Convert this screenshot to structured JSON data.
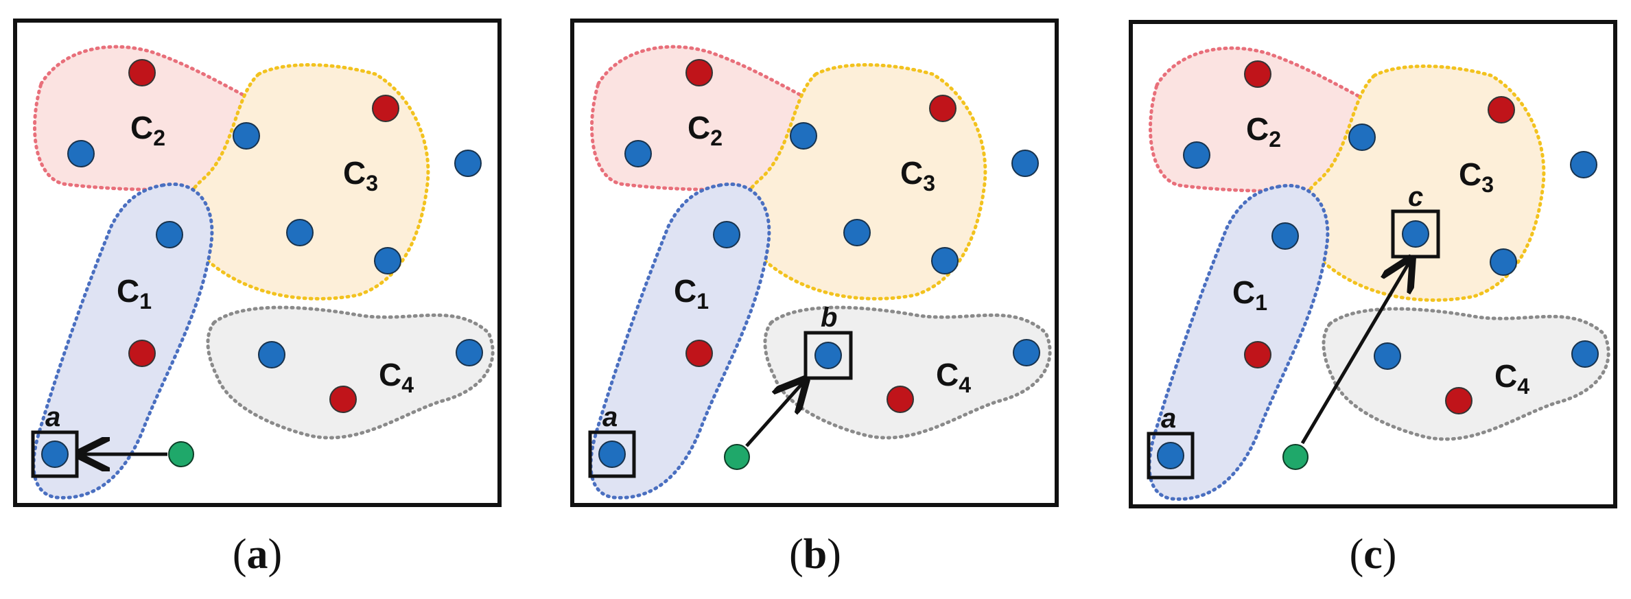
{
  "panels": [
    {
      "caption_open": "(",
      "caption_letter": "a",
      "caption_close": ")",
      "clusters": [
        {
          "base": "C",
          "sub": "1",
          "color": "blue"
        },
        {
          "base": "C",
          "sub": "2",
          "color": "red"
        },
        {
          "base": "C",
          "sub": "3",
          "color": "yellow"
        },
        {
          "base": "C",
          "sub": "4",
          "color": "gray"
        }
      ],
      "marked_points": [
        "a"
      ],
      "arrow_target": "a"
    },
    {
      "caption_open": "(",
      "caption_letter": "b",
      "caption_close": ")",
      "clusters": [
        {
          "base": "C",
          "sub": "1",
          "color": "blue"
        },
        {
          "base": "C",
          "sub": "2",
          "color": "red"
        },
        {
          "base": "C",
          "sub": "3",
          "color": "yellow"
        },
        {
          "base": "C",
          "sub": "4",
          "color": "gray"
        }
      ],
      "marked_points": [
        "a",
        "b"
      ],
      "arrow_target": "b"
    },
    {
      "caption_open": "(",
      "caption_letter": "c",
      "caption_close": ")",
      "clusters": [
        {
          "base": "C",
          "sub": "1",
          "color": "blue"
        },
        {
          "base": "C",
          "sub": "2",
          "color": "red"
        },
        {
          "base": "C",
          "sub": "3",
          "color": "yellow"
        },
        {
          "base": "C",
          "sub": "4",
          "color": "gray"
        }
      ],
      "marked_points": [
        "a",
        "c"
      ],
      "arrow_target": "c"
    }
  ],
  "colors": {
    "blue_point": "#1f6fbf",
    "red_point": "#c0141a",
    "green_point": "#1fa86a",
    "cluster_blue_fill": "#dfe3f3",
    "cluster_blue_stroke": "#4a6fc0",
    "cluster_red_fill": "#fbe3e1",
    "cluster_red_stroke": "#e86f7a",
    "cluster_yellow_fill": "#fdefd9",
    "cluster_yellow_stroke": "#f2c21e",
    "cluster_gray_fill": "#efefef",
    "cluster_gray_stroke": "#8a8a8a",
    "frame": "#111111"
  }
}
